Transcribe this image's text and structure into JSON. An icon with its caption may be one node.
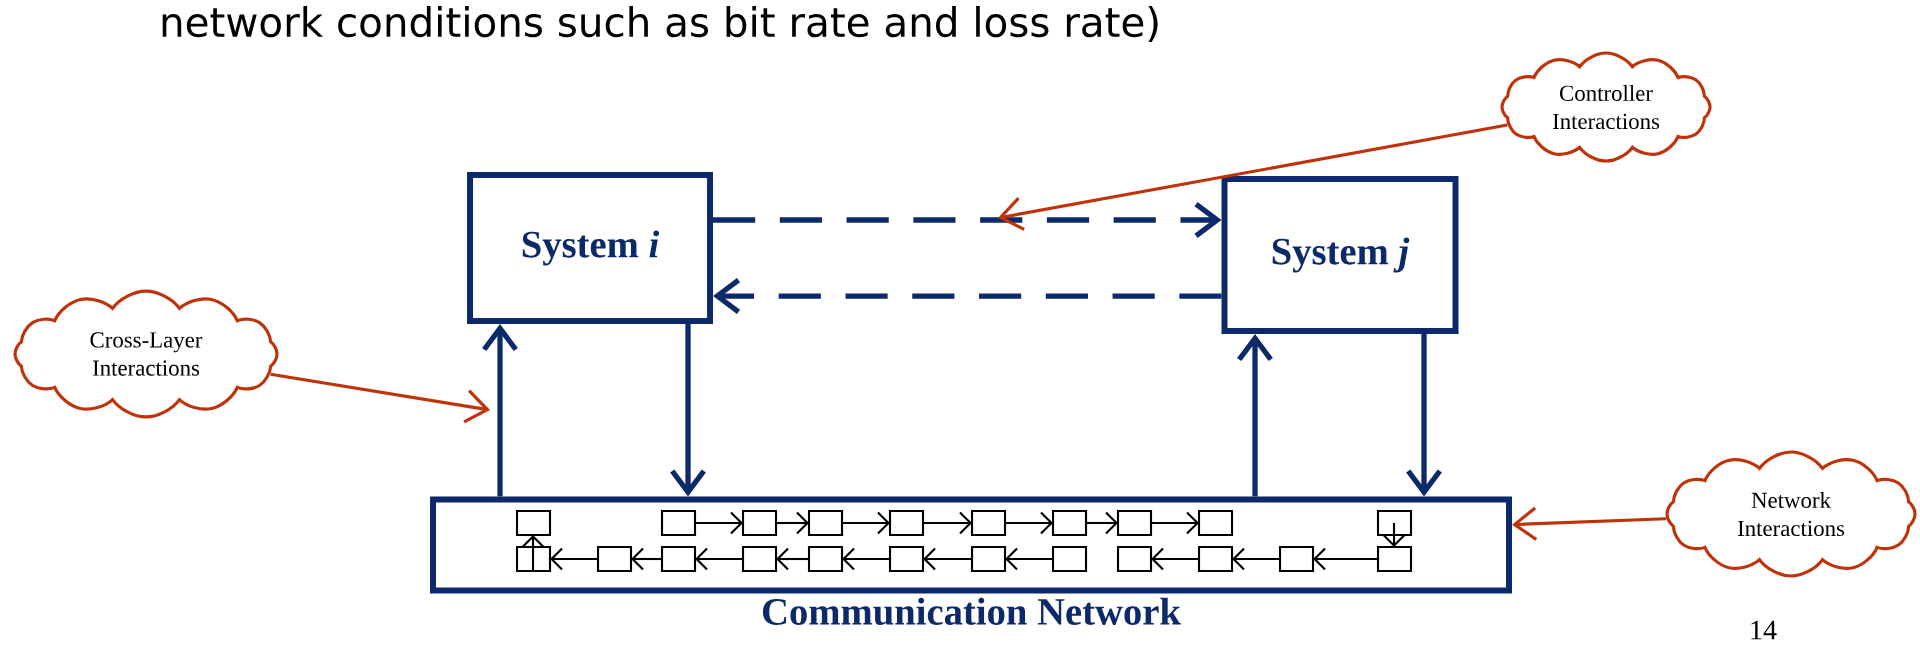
{
  "diagram": {
    "nodes": [
      {
        "text": [
          "System *i*"
        ]
      },
      {
        "text": [
          "System *j*"
        ]
      },
      {
        "text": [
          "Communication Network"
        ]
      },
      {
        "text": [
          "Cross-Layer Interactions"
        ]
      },
      {
        "text": [
          "Controller Interactions"
        ]
      },
      {
        "text": [
          "Network Interactions"
        ]
      }
    ],
    "edges": [
      {
        "from": 0,
        "to": 1,
        "arrow": "to",
        "style": "dashed"
      },
      {
        "from": 1,
        "to": 0,
        "arrow": "to",
        "style": "dashed"
      },
      {
        "from": 0,
        "to": 2,
        "arrow": "to"
      },
      {
        "from": 2,
        "to": 0,
        "arrow": "to"
      },
      {
        "from": 2,
        "to": 1,
        "arrow": "to"
      },
      {
        "from": 1,
        "to": 2,
        "arrow": "to"
      },
      {
        "from": 3,
        "to": null,
        "arrow": "to",
        "color": "#c0320a"
      },
      {
        "from": 4,
        "to": null,
        "arrow": "to",
        "color": "#c0320a"
      },
      {
        "from": 5,
        "to": 2,
        "arrow": "to",
        "color": "#c0320a"
      }
    ],
    "labels": [
      "network conditions such as bit rate and loss rate)",
      "14"
    ]
  }
}
